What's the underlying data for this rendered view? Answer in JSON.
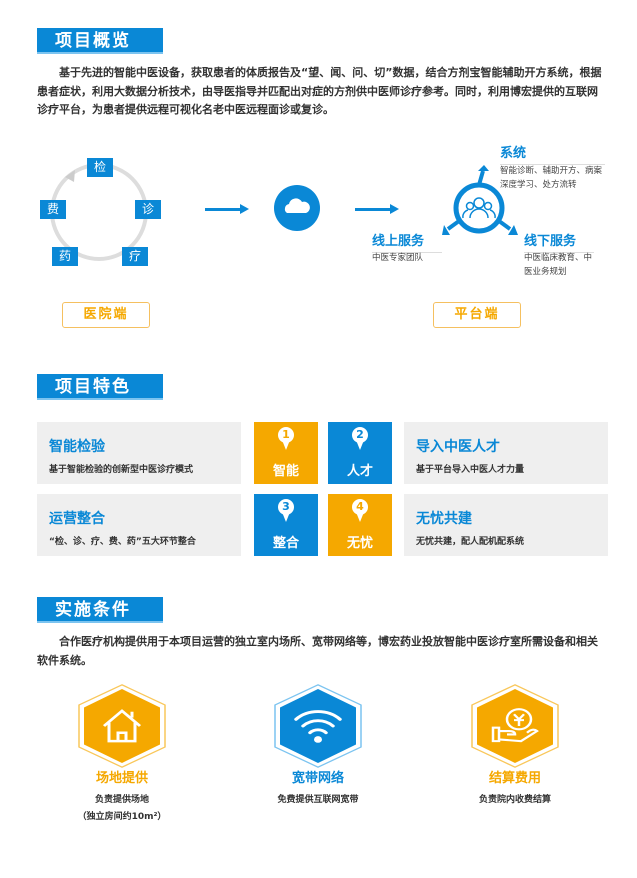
{
  "overview": {
    "title": "项目概览",
    "paragraph": "基于先进的智能中医设备，获取患者的体质报告及“望、闻、问、切”数据，结合方剂宝智能辅助开方系统，根据患者症状，利用大数据分析技术，由导医指导并匹配出对症的方剂供中医师诊疗参考。同时，利用博宏提供的互联网诊疗平台，为患者提供远程可视化名老中医远程面诊或复诊。",
    "cycle": [
      "检",
      "诊",
      "疗",
      "药",
      "费"
    ],
    "hospital_label": "医院端",
    "platform_label": "平台端",
    "system": {
      "title": "系统",
      "text": "智能诊断、辅助开方、病案深度学习、处方流转"
    },
    "online": {
      "title": "线上服务",
      "text": "中医专家团队"
    },
    "offline": {
      "title": "线下服务",
      "text": "中医临床教育、中医业务规划"
    }
  },
  "features": {
    "title": "项目特色",
    "items": [
      {
        "title": "智能检验",
        "text": "基于智能检验的创新型中医诊疗模式"
      },
      {
        "title": "导入中医人才",
        "text": "基于平台导入中医人才力量"
      },
      {
        "title": "运营整合",
        "text": "“检、诊、疗、费、药”五大环节整合"
      },
      {
        "title": "无忧共建",
        "text": "无忧共建，配人配机配系统"
      }
    ],
    "tiles": [
      {
        "num": "1",
        "label": "智能"
      },
      {
        "num": "2",
        "label": "人才"
      },
      {
        "num": "3",
        "label": "整合"
      },
      {
        "num": "4",
        "label": "无忧"
      }
    ]
  },
  "conditions": {
    "title": "实施条件",
    "paragraph": "合作医疗机构提供用于本项目运营的独立室内场所、宽带网络等，博宏药业投放智能中医诊疗室所需设备和相关软件系统。",
    "items": [
      {
        "title": "场地提供",
        "line1": "负责提供场地",
        "line2": "（独立房间约10m²）",
        "icon": "house-icon"
      },
      {
        "title": "宽带网络",
        "line1": "免费提供互联网宽带",
        "icon": "wifi-icon"
      },
      {
        "title": "结算费用",
        "line1": "负责院内收费结算",
        "icon": "money-hand-icon"
      }
    ]
  },
  "colors": {
    "blue": "#0a88d6",
    "orange": "#f5a800"
  }
}
